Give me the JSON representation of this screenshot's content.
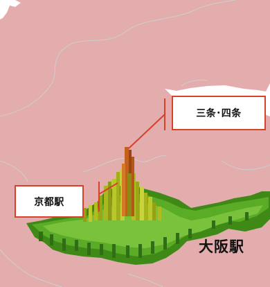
{
  "map": {
    "colors": {
      "land": "#e3acad",
      "sea": "#ffffff",
      "border_line": "#cfcfcf",
      "leader_line": "#d9402a",
      "bar_low": "#4a9a1c",
      "bar_mid": "#a8b81e",
      "bar_high": "#c4601c"
    },
    "callouts": {
      "sanjo_shijo": "三条･四条",
      "kyoto_station": "京都駅"
    },
    "labels": {
      "osaka_station": "大阪駅"
    }
  }
}
